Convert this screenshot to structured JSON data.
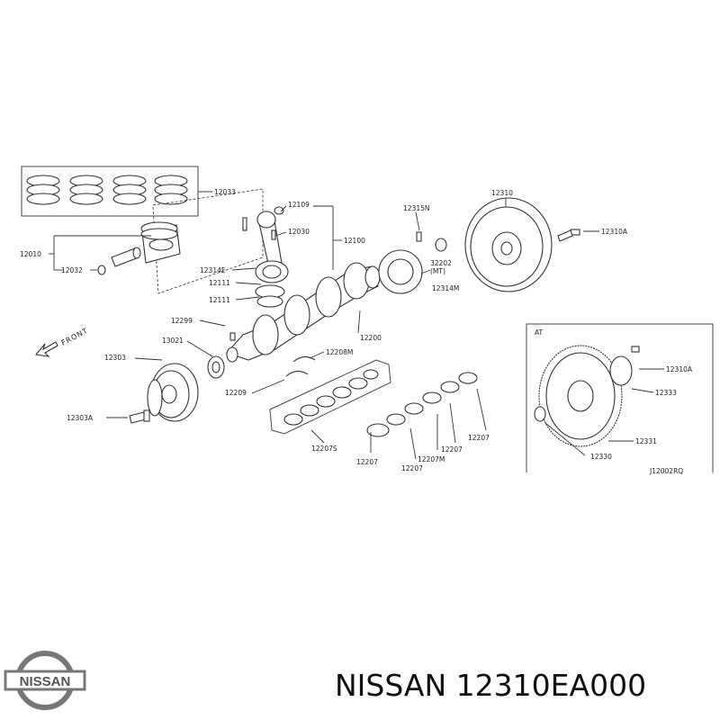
{
  "labels": {
    "l12033": "12033",
    "l12109": "12109",
    "l12030": "12030",
    "l12100": "12100",
    "l12010": "12010",
    "l12032": "12032",
    "l12314E": "12314E",
    "l12111a": "12111",
    "l12111b": "12111",
    "l12315N": "12315N",
    "l32202": "32202",
    "lMT": "(MT)",
    "l12314M": "12314M",
    "l12310": "12310",
    "l12310A": "12310A",
    "l12299": "12299",
    "l13021": "13021",
    "l12303": "12303",
    "l12303A": "12303A",
    "l12208M": "12208M",
    "l12209": "12209",
    "l12200": "12200",
    "l12207S": "12207S",
    "l12207a": "12207",
    "l12207b": "12207",
    "l12207M": "12207M",
    "l12207c": "12207",
    "l12207d": "12207",
    "lAT": "AT",
    "l12310A_at": "12310A",
    "l12333": "12333",
    "l12331": "12331",
    "l12330": "12330",
    "ref": "J12002RQ",
    "front": "FRONT"
  },
  "logo": {
    "text": "NISSAN"
  },
  "caption": "NISSAN 12310EA000"
}
